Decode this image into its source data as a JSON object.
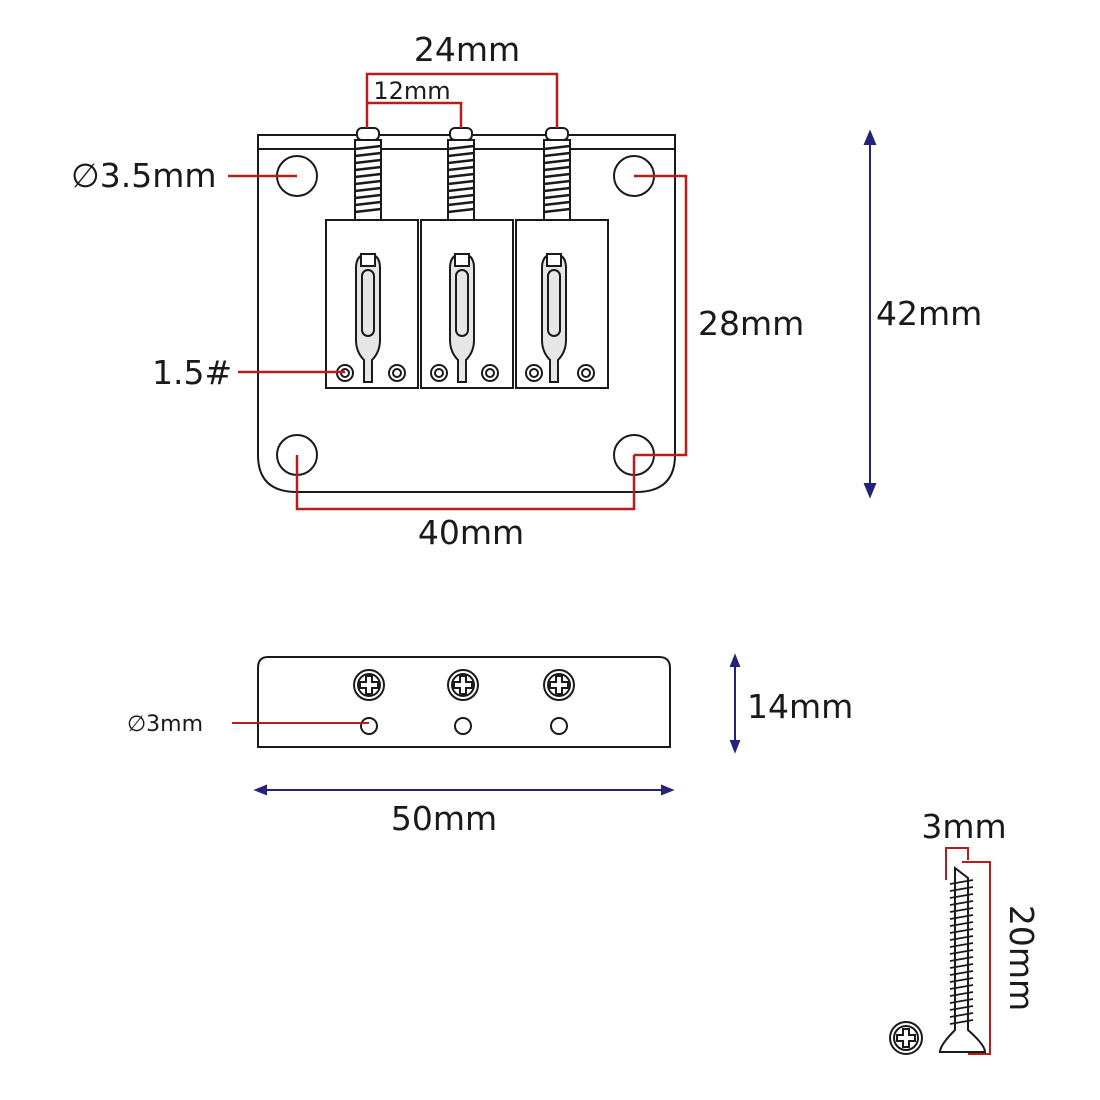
{
  "diagram": {
    "labels": {
      "screw_spacing_outer": "24mm",
      "screw_spacing_inner": "12mm",
      "mount_hole_diameter": "∅3.5mm",
      "saddle_screw_size": "1.5#",
      "hole_spacing_vertical": "28mm",
      "plate_height": "42mm",
      "hole_spacing_horizontal": "40mm",
      "cover_hole_diameter": "∅3mm",
      "cover_height": "14mm",
      "cover_width": "50mm",
      "screw_diameter": "3mm",
      "screw_length": "20mm"
    },
    "colors": {
      "outline": "#1a1a1a",
      "dimension_red": "#b81c1c",
      "dimension_blue": "#23237a",
      "shade": "#e6e6e6"
    },
    "icons": [
      "phillips-screw-head-icon",
      "wood-screw-icon"
    ]
  }
}
